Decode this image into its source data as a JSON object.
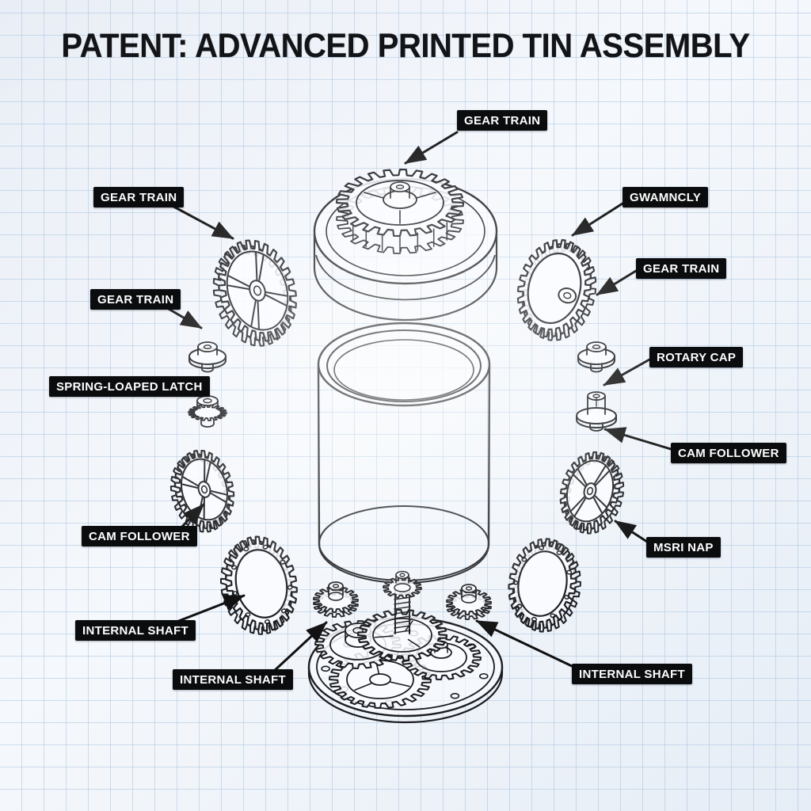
{
  "title": "PATENT: ADVANCED PRINTED TIN ASSEMBLY",
  "labels": [
    {
      "id": "gear-train-top",
      "text": "GEAR TRAIN"
    },
    {
      "id": "gear-train-left-upper",
      "text": "GEAR TRAIN"
    },
    {
      "id": "gear-train-left-lower",
      "text": "GEAR TRAIN"
    },
    {
      "id": "spring-loaped-latch",
      "text": "SPRING-LOAPED LATCH"
    },
    {
      "id": "cam-follower-left",
      "text": "CAM FOLLOWER"
    },
    {
      "id": "internal-shaft-left",
      "text": "INTERNAL SHAFT"
    },
    {
      "id": "internal-shaft-bottom",
      "text": "INTERNAL SHAFT"
    },
    {
      "id": "gwamncly",
      "text": "GWAMNCLY"
    },
    {
      "id": "gear-train-right",
      "text": "GEAR TRAIN"
    },
    {
      "id": "rotary-cap",
      "text": "ROTARY CAP"
    },
    {
      "id": "cam-follower-right",
      "text": "CAM FOLLOWER"
    },
    {
      "id": "msri-nap",
      "text": "MSRI NAP"
    },
    {
      "id": "internal-shaft-right",
      "text": "INTERNAL SHAFT"
    }
  ],
  "colors": {
    "paper": "#eef3f9",
    "grid_line": "#aac4e0",
    "ink": "#1c1d20",
    "label_bg": "#0b0c0e",
    "label_text": "#fefefe"
  }
}
